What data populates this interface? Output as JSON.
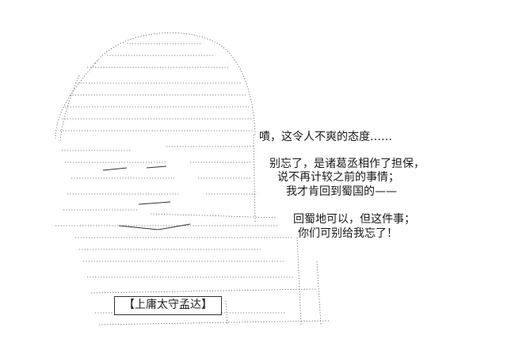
{
  "dialogue": [
    "嘖，这令人不爽的态度……",
    "别忘了，是诸葛丞相作了担保，",
    "说不再计较之前的事情；",
    "我才肯回到蜀国的——",
    "回蜀地可以，但这件事；",
    "你们可别给我忘了！"
  ],
  "caption": "【上庸太守孟达】"
}
